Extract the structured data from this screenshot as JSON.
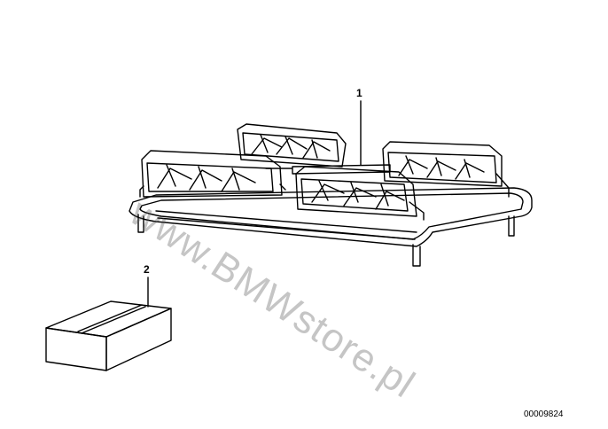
{
  "callouts": {
    "part_1": "1",
    "part_2": "2"
  },
  "reference_number": "00009824",
  "watermark_text": "www.BMWstore.pl",
  "colors": {
    "line": "#000000",
    "background": "#ffffff",
    "watermark": "#5a5a5a"
  }
}
